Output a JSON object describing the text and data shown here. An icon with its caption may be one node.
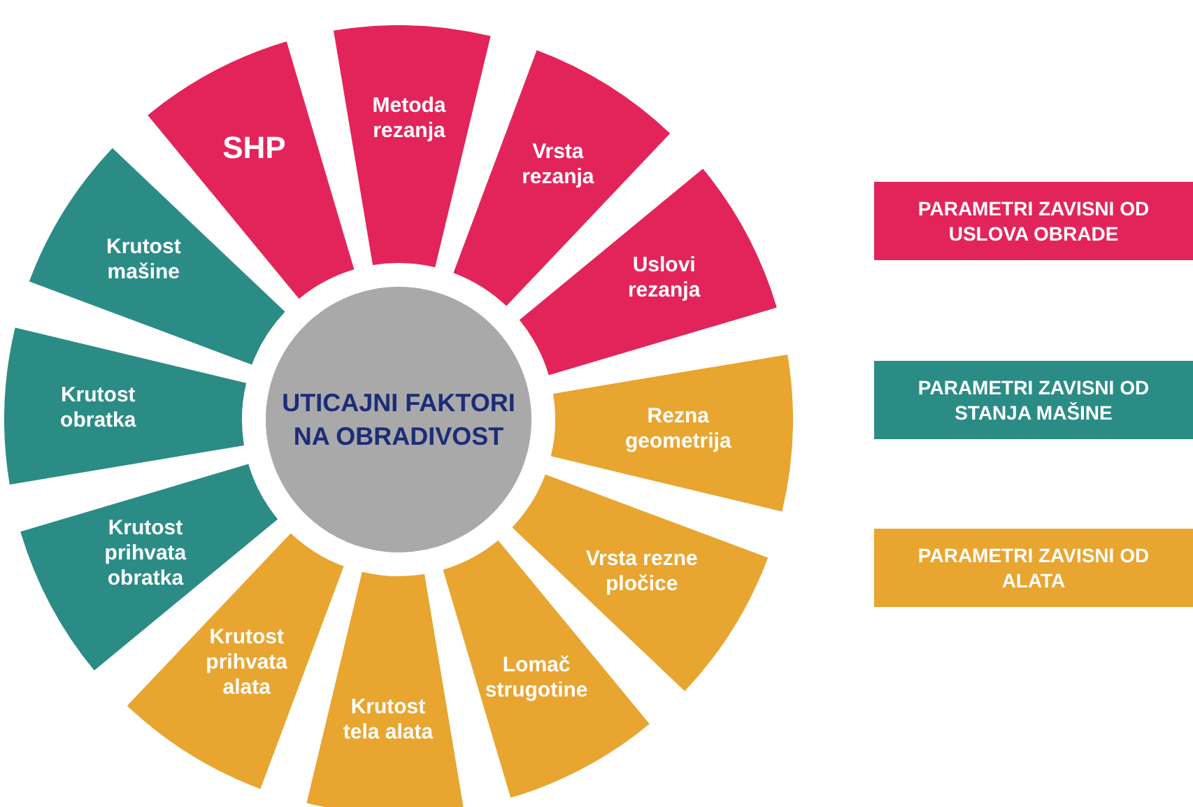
{
  "diagram": {
    "nodes": [
      {
        "text": [
          "UTICAJNI FAKTORI NA OBRADIVOST"
        ]
      },
      {
        "text": [
          "Metoda rezanja"
        ]
      },
      {
        "text": [
          "Vrsta rezanja"
        ]
      },
      {
        "text": [
          "Uslovi rezanja"
        ]
      },
      {
        "text": [
          "Rezna geometrija"
        ]
      },
      {
        "text": [
          "Vrsta rezne pločice"
        ]
      },
      {
        "text": [
          "Lomač strugotine"
        ]
      },
      {
        "text": [
          "Krutost tela alata"
        ]
      },
      {
        "text": [
          "Krutost prihvata alata"
        ]
      },
      {
        "text": [
          "Krutost prihvata obratka"
        ]
      },
      {
        "text": [
          "Krutost obratka"
        ]
      },
      {
        "text": [
          "Krutost mašine"
        ]
      },
      {
        "text": [
          "SHP"
        ]
      }
    ],
    "edges": [],
    "legend": [
      {
        "text": "PARAMETRI ZAVISNI OD USLOVA OBRADE",
        "color": "#e3245a"
      },
      {
        "text": "PARAMETRI ZAVISNI OD STANJA MAŠINE",
        "color": "#2b8c86"
      },
      {
        "text": "PARAMETRI ZAVISNI OD ALATA",
        "color": "#e8a530"
      }
    ]
  }
}
